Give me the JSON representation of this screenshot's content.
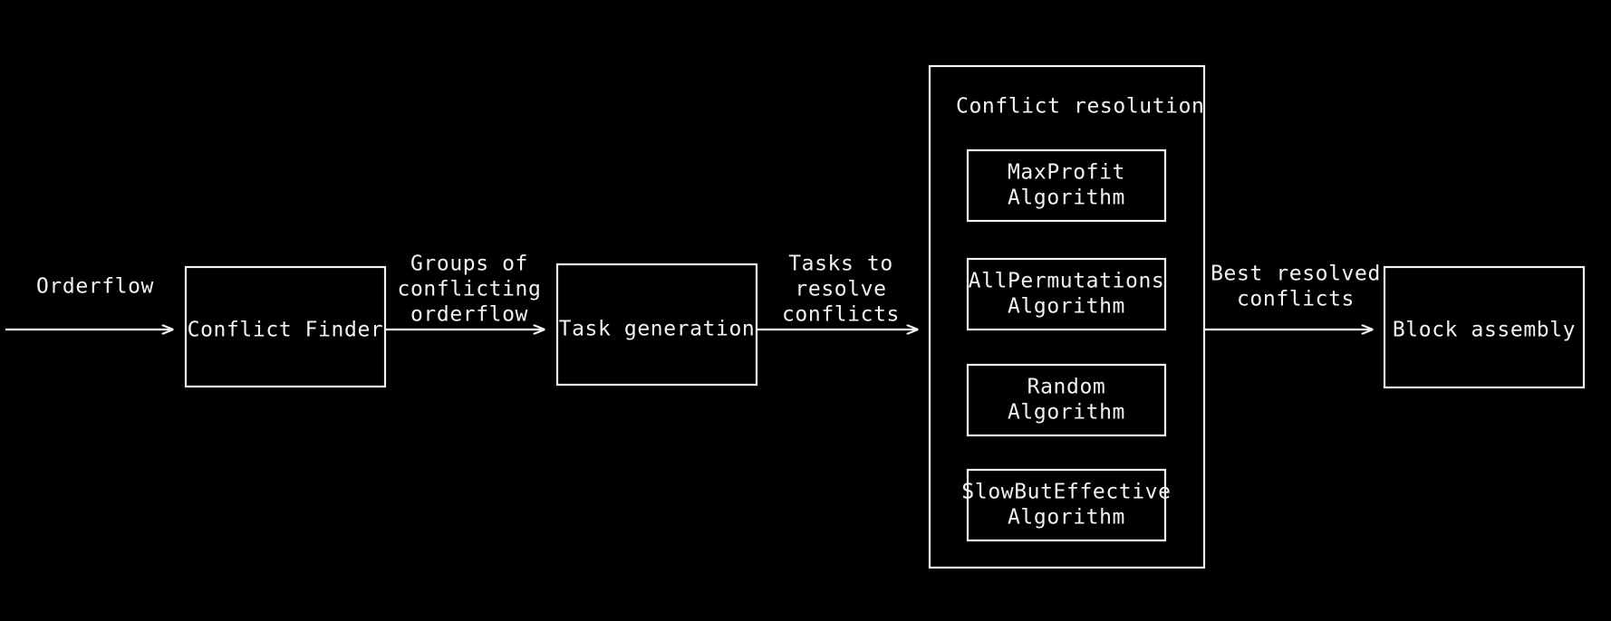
{
  "diagram": {
    "title": "Block building pipeline flow",
    "background_color": "#000000",
    "stroke_color": "#f2f2f2",
    "text_color": "#f2f2f2",
    "nodes": [
      {
        "id": "conflict-finder",
        "label": "Conflict Finder"
      },
      {
        "id": "task-generation",
        "label": "Task generation"
      },
      {
        "id": "block-assembly",
        "label": "Block assembly"
      }
    ],
    "group": {
      "id": "conflict-resolution",
      "title": "Conflict resolution",
      "algorithms": [
        {
          "id": "maxprofit",
          "line1": "MaxProfit",
          "line2": "Algorithm"
        },
        {
          "id": "allpermutations",
          "line1": "AllPermutations",
          "line2": "Algorithm"
        },
        {
          "id": "random",
          "line1": "Random",
          "line2": "Algorithm"
        },
        {
          "id": "slowbuteffective",
          "line1": "SlowButEffective",
          "line2": "Algorithm"
        }
      ]
    },
    "edges": [
      {
        "id": "edge-orderflow",
        "lines": [
          "Orderflow"
        ]
      },
      {
        "id": "edge-groups",
        "lines": [
          "Groups of",
          "conflicting",
          "orderflow"
        ]
      },
      {
        "id": "edge-tasks",
        "lines": [
          "Tasks to",
          "resolve",
          "conflicts"
        ]
      },
      {
        "id": "edge-best",
        "lines": [
          "Best resolved",
          "conflicts"
        ]
      }
    ]
  }
}
